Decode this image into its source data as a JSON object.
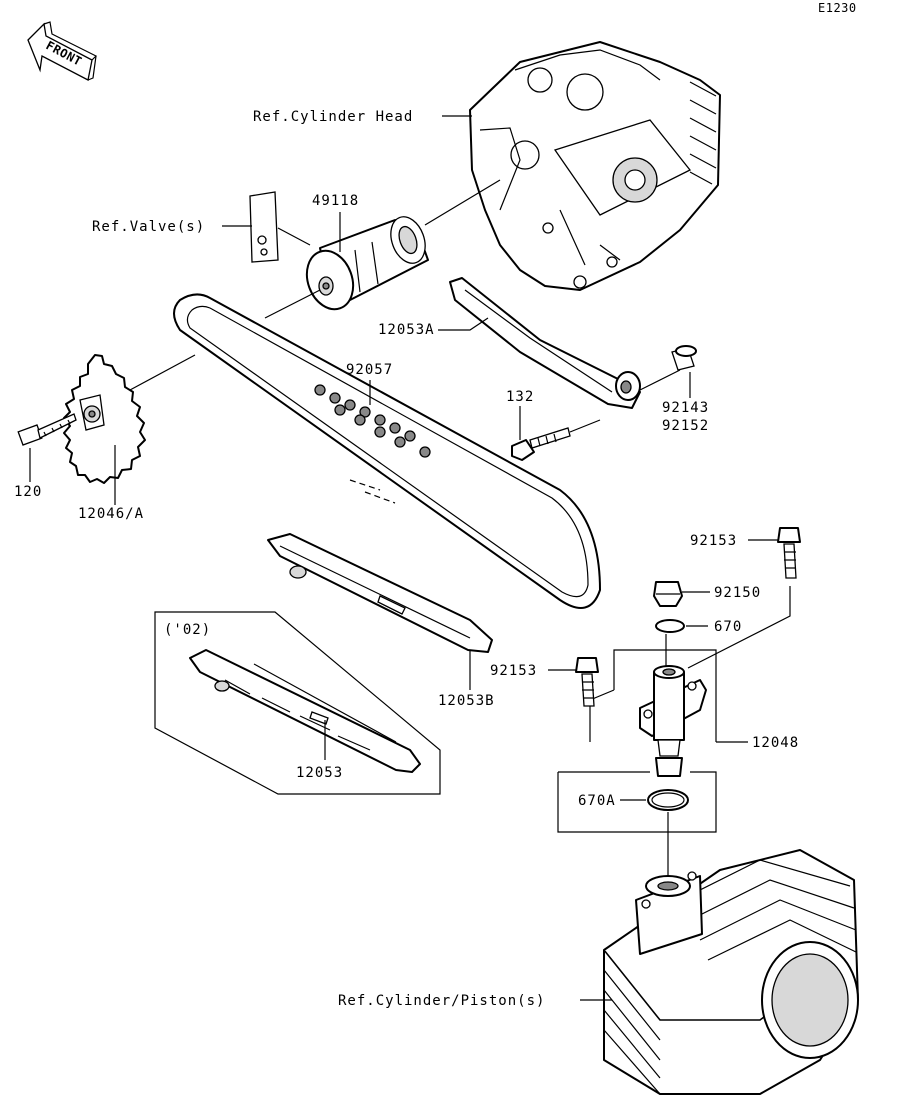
{
  "page_code": "E1230",
  "front_arrow": "FRONT",
  "ref_labels": {
    "cylinder_head": "Ref.Cylinder Head",
    "valves": "Ref.Valve(s)",
    "cylinder_piston": "Ref.Cylinder/Piston(s)"
  },
  "variant_label": "('02)",
  "parts": {
    "p49118": "49118",
    "p12053A": "12053A",
    "p92057": "92057",
    "p132": "132",
    "p92143": "92143",
    "p92152": "92152",
    "p120": "120",
    "p12046A": "12046/A",
    "p92153_top": "92153",
    "p92150": "92150",
    "p670": "670",
    "p92153_mid": "92153",
    "p12048": "12048",
    "p670A": "670A",
    "p12053B": "12053B",
    "p12053": "12053"
  }
}
